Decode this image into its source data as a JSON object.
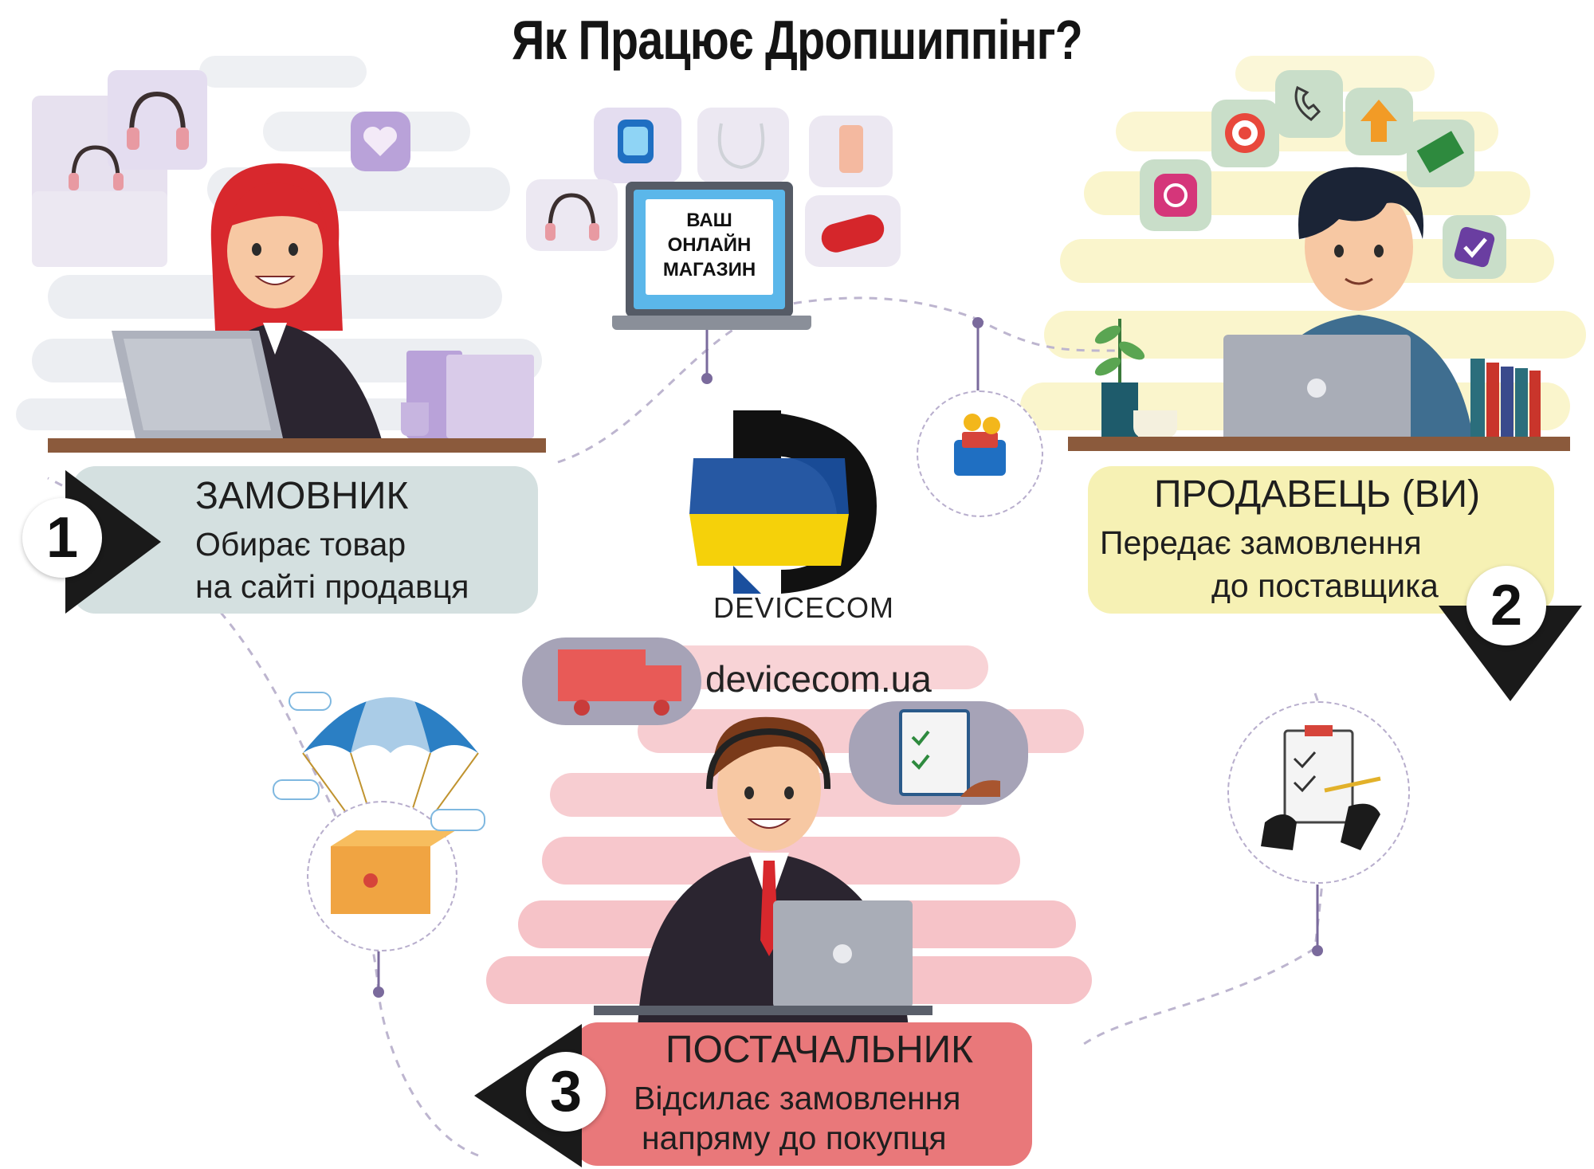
{
  "title": "Як Працює Дропшиппінг?",
  "steps": [
    {
      "number": "1",
      "role": "ЗАМОВНИК",
      "line1": "Обирає товар",
      "line2": "на сайті продавця"
    },
    {
      "number": "2",
      "role": "ПРОДАВЕЦЬ (ВИ)",
      "line1": "Передає замовлення",
      "line2": "до поставщика"
    },
    {
      "number": "3",
      "role": "ПОСТАЧАЛЬНИК",
      "line1": "Відсилає замовлення",
      "line2": "напряму до покупця"
    }
  ],
  "shop_screen": {
    "line1": "ВАШ",
    "line2": "ОНЛАЙН",
    "line3": "МАГАЗИН"
  },
  "brand": {
    "name": "DEVICECOM",
    "domain": "devicecom.ua"
  },
  "colors": {
    "step1_panel": "#d4e0e0",
    "step2_panel": "#f6f1b4",
    "step3_panel": "#e9787a",
    "purple_accent": "#b49fd1",
    "pink_stripes": "#f5c6cb",
    "flag_blue": "#1a4f9e",
    "flag_yellow": "#f5d10a"
  },
  "icons": [
    "headphones-icon",
    "heart-icon",
    "smartwatch-icon",
    "cable-icon",
    "phone-icon",
    "speaker-icon",
    "instagram-icon",
    "target-icon",
    "call-icon",
    "arrow-up-icon",
    "money-icon",
    "check-icon",
    "wallet-icon",
    "truck-icon",
    "checklist-icon",
    "parachute-box-icon",
    "contract-icon"
  ]
}
